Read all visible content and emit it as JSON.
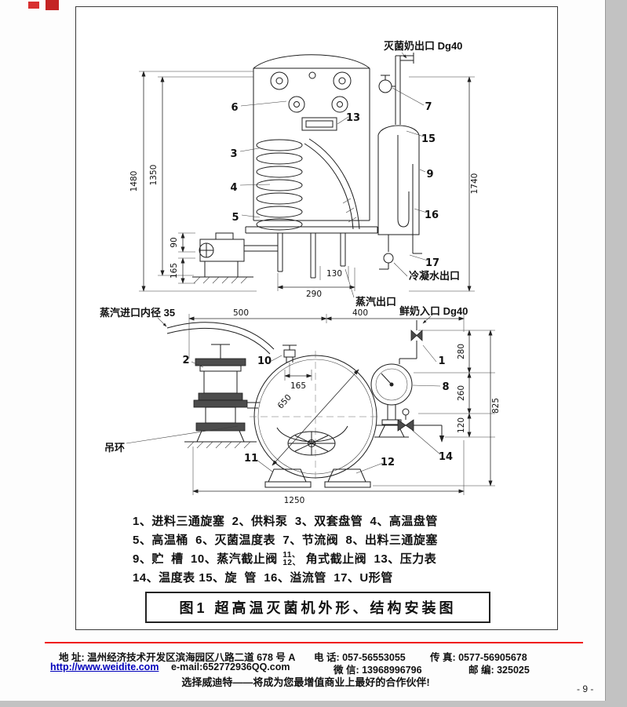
{
  "page": {
    "number": "- 9 -"
  },
  "colors": {
    "accent_red": "#f01818",
    "link_blue": "#0000bb"
  },
  "figure": {
    "caption": "图1 超高温灭菌机外形、结构安装图",
    "labels": {
      "milk_outlet": "灭菌奶出口 Dg40",
      "condensate_outlet": "冷凝水出口",
      "steam_outlet": "蒸汽出口",
      "fresh_milk_inlet": "鲜奶入口 Dg40",
      "steam_inlet": "蒸汽进口内径 35",
      "lifting_ring": "吊环"
    },
    "dims": {
      "h1480": "1480",
      "h1350": "1350",
      "h1740": "1740",
      "v90": "90",
      "v165": "165",
      "w130": "130",
      "w290": "290",
      "w500": "500",
      "w400": "400",
      "off165": "165",
      "d650": "650",
      "r280": "280",
      "r260": "260",
      "r120": "120",
      "r825": "825",
      "w1250": "1250"
    },
    "callouts": {
      "n1": "1",
      "n2": "2",
      "n3": "3",
      "n4": "4",
      "n5": "5",
      "n6": "6",
      "n7": "7",
      "n8": "8",
      "n9": "9",
      "n10": "10",
      "n11": "11",
      "n12": "12",
      "n13": "13",
      "n14": "14",
      "n15": "15",
      "n16": "16",
      "n17": "17"
    },
    "legend": {
      "line1": "1、进料三通旋塞  2、供料泵  3、双套盘管  4、高温盘管",
      "line2": "5、高温桶  6、灭菌温度表  7、节流阀  8、出料三通旋塞",
      "line3a": "9、贮  槽  10、蒸汽截止阀 ",
      "line3_top": "11、",
      "line3_bottom": "12、",
      "line3b": " 角式截止阀  13、压力表",
      "line4": "14、温度表 15、旋  管  16、溢流管  17、U形管"
    }
  },
  "footer": {
    "address": "地 址: 温州经济技术开发区滨海园区八路二道 678 号 A",
    "phone": "电 话: 057-56553055",
    "fax": "传 真: 0577-56905678",
    "url": "http://www.weidite.com",
    "email": "e-mail:652772936QQ.com",
    "wechat": "微 信: 13968996796",
    "zip": "邮 编: 325025",
    "slogan": "选择威迪特——将成为您最增值商业上最好的合作伙伴!"
  }
}
